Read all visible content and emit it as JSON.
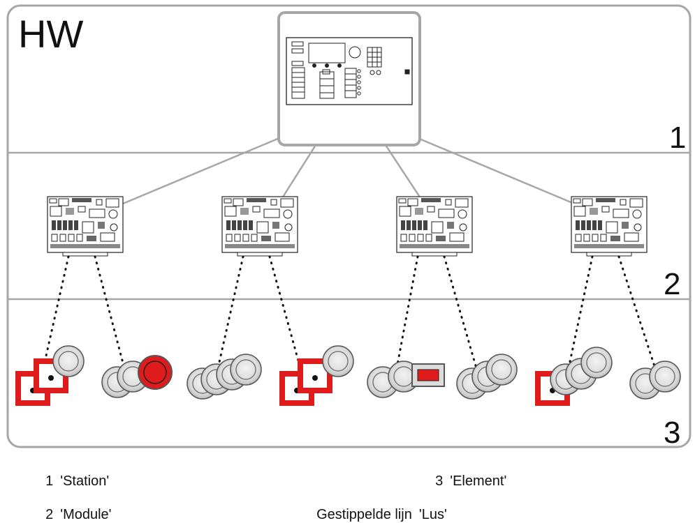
{
  "title": "HW",
  "levels": [
    {
      "number": "1"
    },
    {
      "number": "2"
    },
    {
      "number": "3"
    }
  ],
  "legend": [
    {
      "num": "1",
      "text": "'Station'"
    },
    {
      "num": "3",
      "text": "'Element'"
    },
    {
      "num": "2",
      "text": "'Module'"
    },
    {
      "num": "Gestippelde lijn",
      "text": "'Lus'"
    }
  ],
  "colors": {
    "frame": "#a6a6a6",
    "red": "#e01b1b",
    "detector_fill": "#d9d9d9"
  },
  "modules": 4,
  "loops": [
    {
      "elements": [
        "box-detector",
        "round-detector",
        "round-detector",
        "round-detector",
        "red-button"
      ]
    },
    {
      "elements": [
        "round-detector",
        "round-detector",
        "round-detector",
        "round-detector",
        "box-detector",
        "box-detector",
        "round-detector"
      ]
    },
    {
      "elements": [
        "round-detector",
        "round-detector",
        "red-panel",
        "round-detector",
        "round-detector",
        "round-detector"
      ]
    },
    {
      "elements": [
        "box-detector",
        "round-detector",
        "round-detector",
        "round-detector",
        "round-detector",
        "round-detector"
      ]
    }
  ]
}
